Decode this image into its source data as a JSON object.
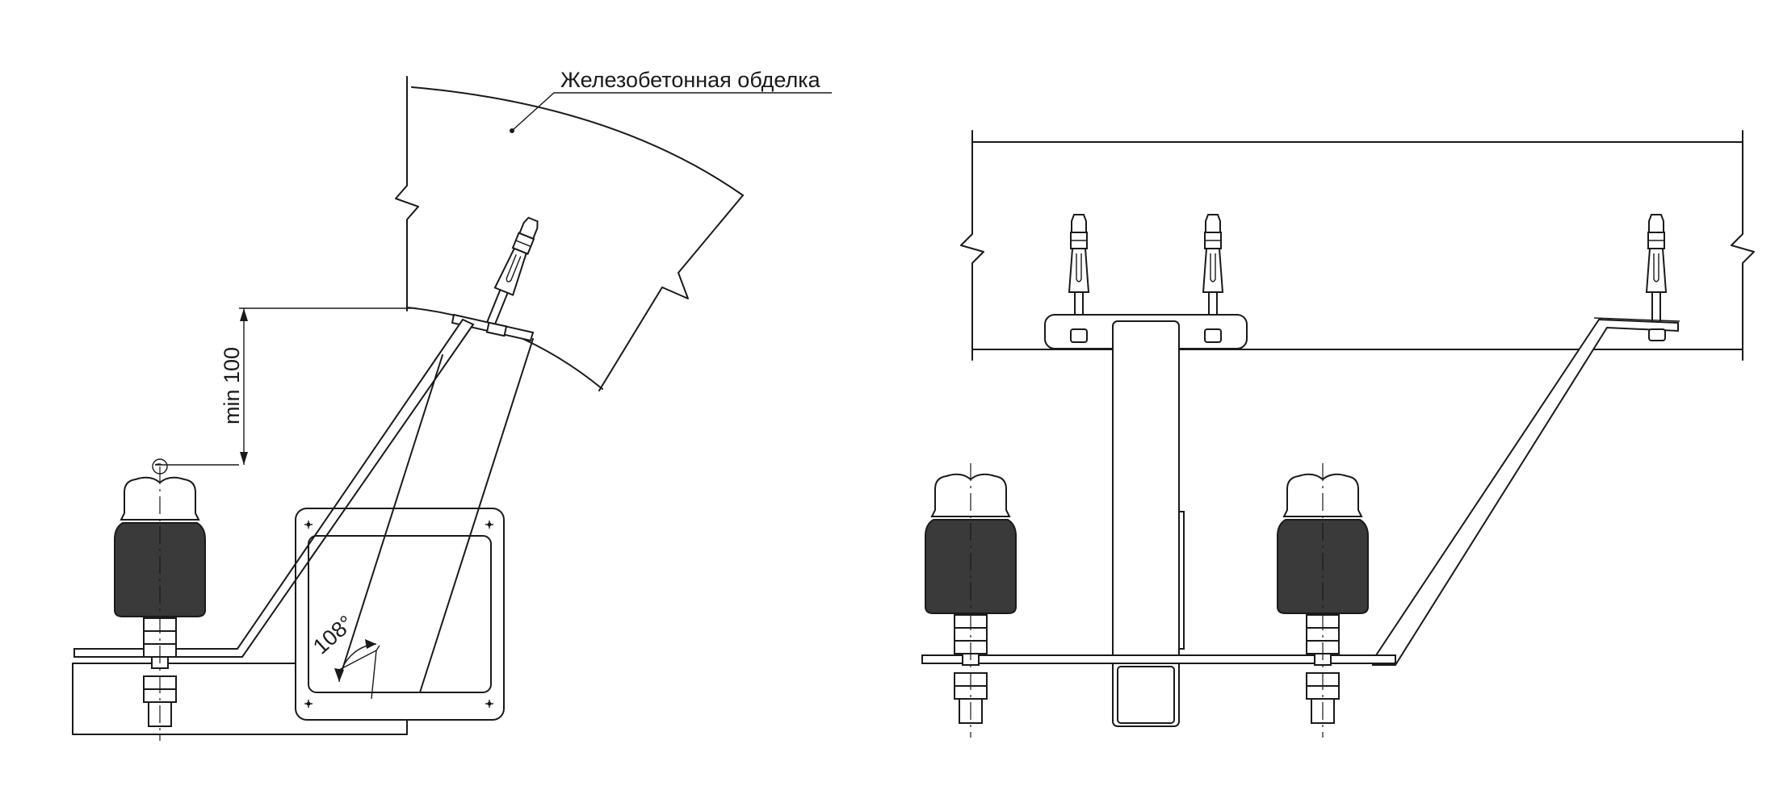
{
  "labels": {
    "lining": "Железобетонная обделка",
    "clearance": "min 100",
    "angle": "108°"
  },
  "colors": {
    "line": "#1a1a1a",
    "insulator_body": "#3a3a3a",
    "background": "#ffffff"
  },
  "icons": {
    "anchor": "expansion-anchor-bolt",
    "insulator": "porcelain-insulator",
    "nut": "hex-nut-stack"
  }
}
